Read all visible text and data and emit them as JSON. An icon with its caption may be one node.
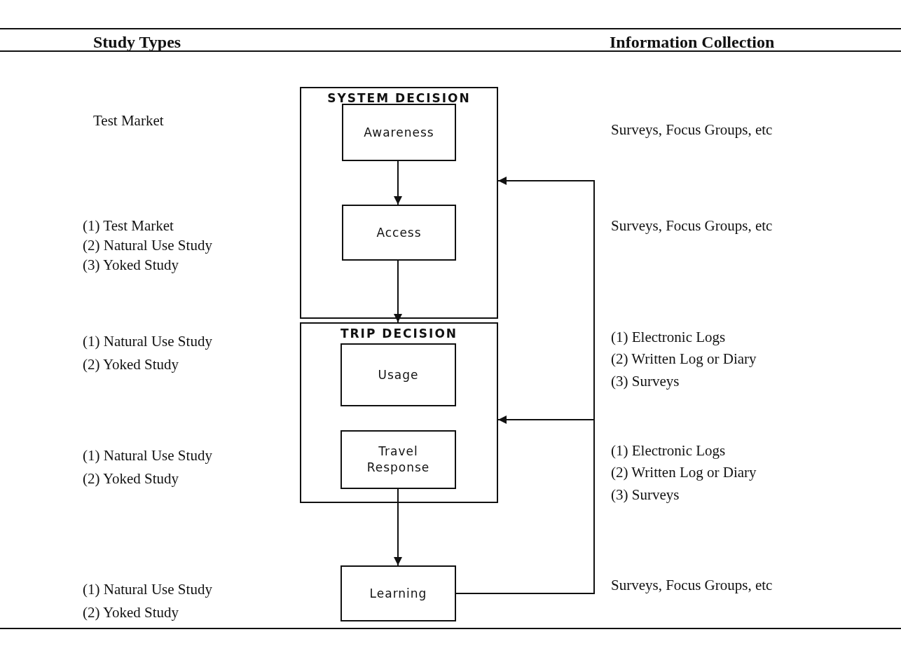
{
  "diagram": {
    "nodes": [
      {
        "text": [
          "SYSTEM DECISION"
        ]
      },
      {
        "text": [
          "Awareness"
        ],
        "in": 0
      },
      {
        "text": [
          "Access"
        ],
        "in": 0
      },
      {
        "text": [
          "TRIP DECISION"
        ]
      },
      {
        "text": [
          "Usage"
        ],
        "in": 3
      },
      {
        "text": [
          "Travel Response"
        ],
        "in": 3
      },
      {
        "text": [
          "Learning"
        ]
      }
    ],
    "edges": [
      {
        "from": 1,
        "to": 2,
        "arrow": "to"
      },
      {
        "from": 2,
        "to": 3,
        "arrow": "to"
      },
      {
        "from": 5,
        "to": 6,
        "arrow": "to"
      },
      {
        "from": 6,
        "to": 0,
        "arrow": "to"
      },
      {
        "from": 6,
        "to": 3,
        "arrow": "to"
      }
    ],
    "labels": [
      "Study Types",
      "Information Collection",
      "Test Market",
      "Surveys, Focus Groups, etc",
      "(1) Test Market",
      "Surveys, Focus Groups, etc",
      "(2) Natural Use Study",
      "(3) Yoked Study",
      "(1) Natural Use Study",
      "(1) Electronic Logs",
      "(2) Yoked Study",
      "(2) Written Log or Diary",
      "(3) Surveys",
      "(1) Natural Use Study",
      "(1) Electronic Logs",
      "(2) Yoked Study",
      "(2) Written Log or Diary",
      "(3) Surveys",
      "(1) Natural Use Study",
      "Surveys, Focus Groups, etc",
      "(2) Yoked Study"
    ]
  }
}
